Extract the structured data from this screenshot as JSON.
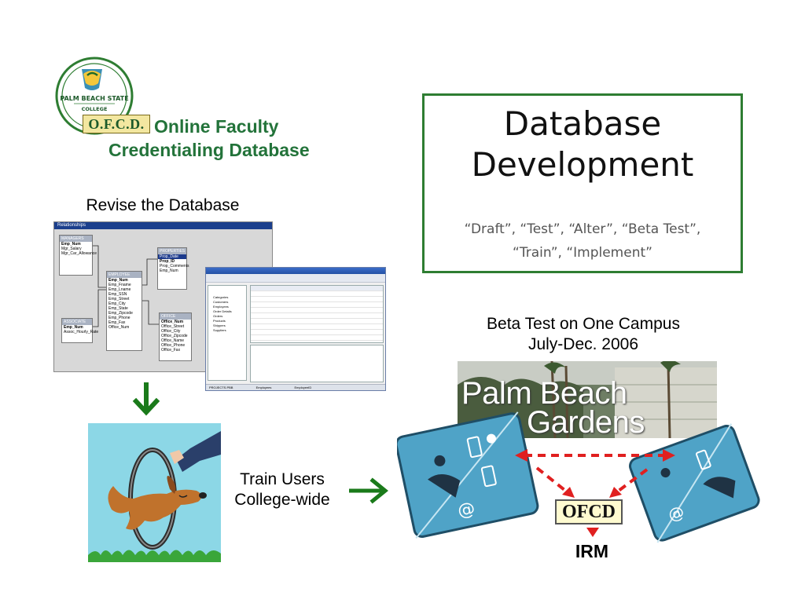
{
  "logo": {
    "seal_text_top": "PALM BEACH STATE",
    "seal_text_bottom": "COLLEGE",
    "badge": "O.F.C.D.",
    "title_line1": "Online Faculty",
    "title_line2": "Credentialing Database",
    "brand_green": "#23733a"
  },
  "captions": {
    "revise": "Revise the Database",
    "train_line1": "Train Users",
    "train_line2": "College-wide",
    "beta_line1": "Beta Test on One Campus",
    "beta_line2": "July-Dec. 2006"
  },
  "title_box": {
    "line1": "Database",
    "line2": "Development",
    "sub_line1": "“Draft”, “Test”, “Alter”, “Beta Test”,",
    "sub_line2": "“Train”, “Implement”",
    "border_color": "#2e7d32"
  },
  "relationships_window": {
    "title": "Relationships",
    "tables": [
      {
        "name": "MANAGERS",
        "fields": [
          "Emp_Num",
          "Mgr_Salary",
          "Mgr_Car_Allowance"
        ]
      },
      {
        "name": "PROPERTIES",
        "fields": [
          "Prop_Date",
          "Prop_ID",
          "Prop_Comments",
          "Emp_Num"
        ]
      },
      {
        "name": "EMPLOYEE",
        "fields": [
          "Emp_Num",
          "Emp_Fname",
          "Emp_Lname",
          "Emp_SSN",
          "Emp_Street",
          "Emp_City",
          "Emp_State",
          "Emp_Zipcode",
          "Emp_Phone",
          "Emp_Fax",
          "Office_Num"
        ]
      },
      {
        "name": "ASSOCIATE",
        "fields": [
          "Emp_Num",
          "Assoc_Hourly_Rate"
        ]
      },
      {
        "name": "OFFICE",
        "fields": [
          "Office_Num",
          "Office_Street",
          "Office_City",
          "Office_Zipcode",
          "Office_Name",
          "Office_Phone",
          "Office_Fax"
        ]
      }
    ]
  },
  "editor_window": {
    "tree_items": [
      "Categories",
      "Customers",
      "Employees",
      "Order Details",
      "Orders",
      "Products",
      "Shippers",
      "Suppliers"
    ],
    "status_tabs": [
      "PROJECTS.PBB",
      "Employees",
      "EmployeeID"
    ]
  },
  "photo": {
    "line1": "Palm Beach",
    "line2": "Gardens"
  },
  "diagram": {
    "center_label": "OFCD",
    "below_label": "IRM",
    "arrow_color": "#e02020",
    "tile_color": "#4fa3c7"
  },
  "arrows": {
    "color": "#1a7a1a"
  }
}
